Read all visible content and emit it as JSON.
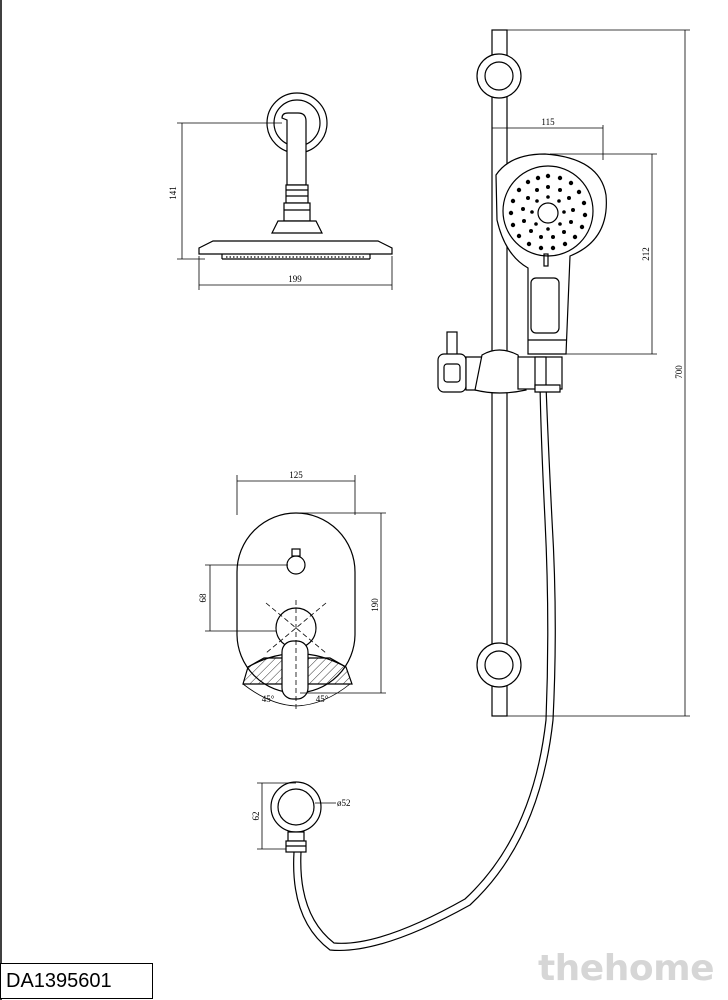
{
  "product_code": "DA1395601",
  "watermark": "thehome",
  "line_color": "#000000",
  "dimensions": {
    "overhead_height": "141",
    "overhead_width": "199",
    "mixer_width": "125",
    "mixer_height": "190",
    "mixer_spacing": "68",
    "angle_left": "45°",
    "angle_right": "45°",
    "outlet_height": "62",
    "outlet_diameter": "ø52",
    "hand_width": "115",
    "hand_height": "212",
    "rail_height": "700"
  }
}
